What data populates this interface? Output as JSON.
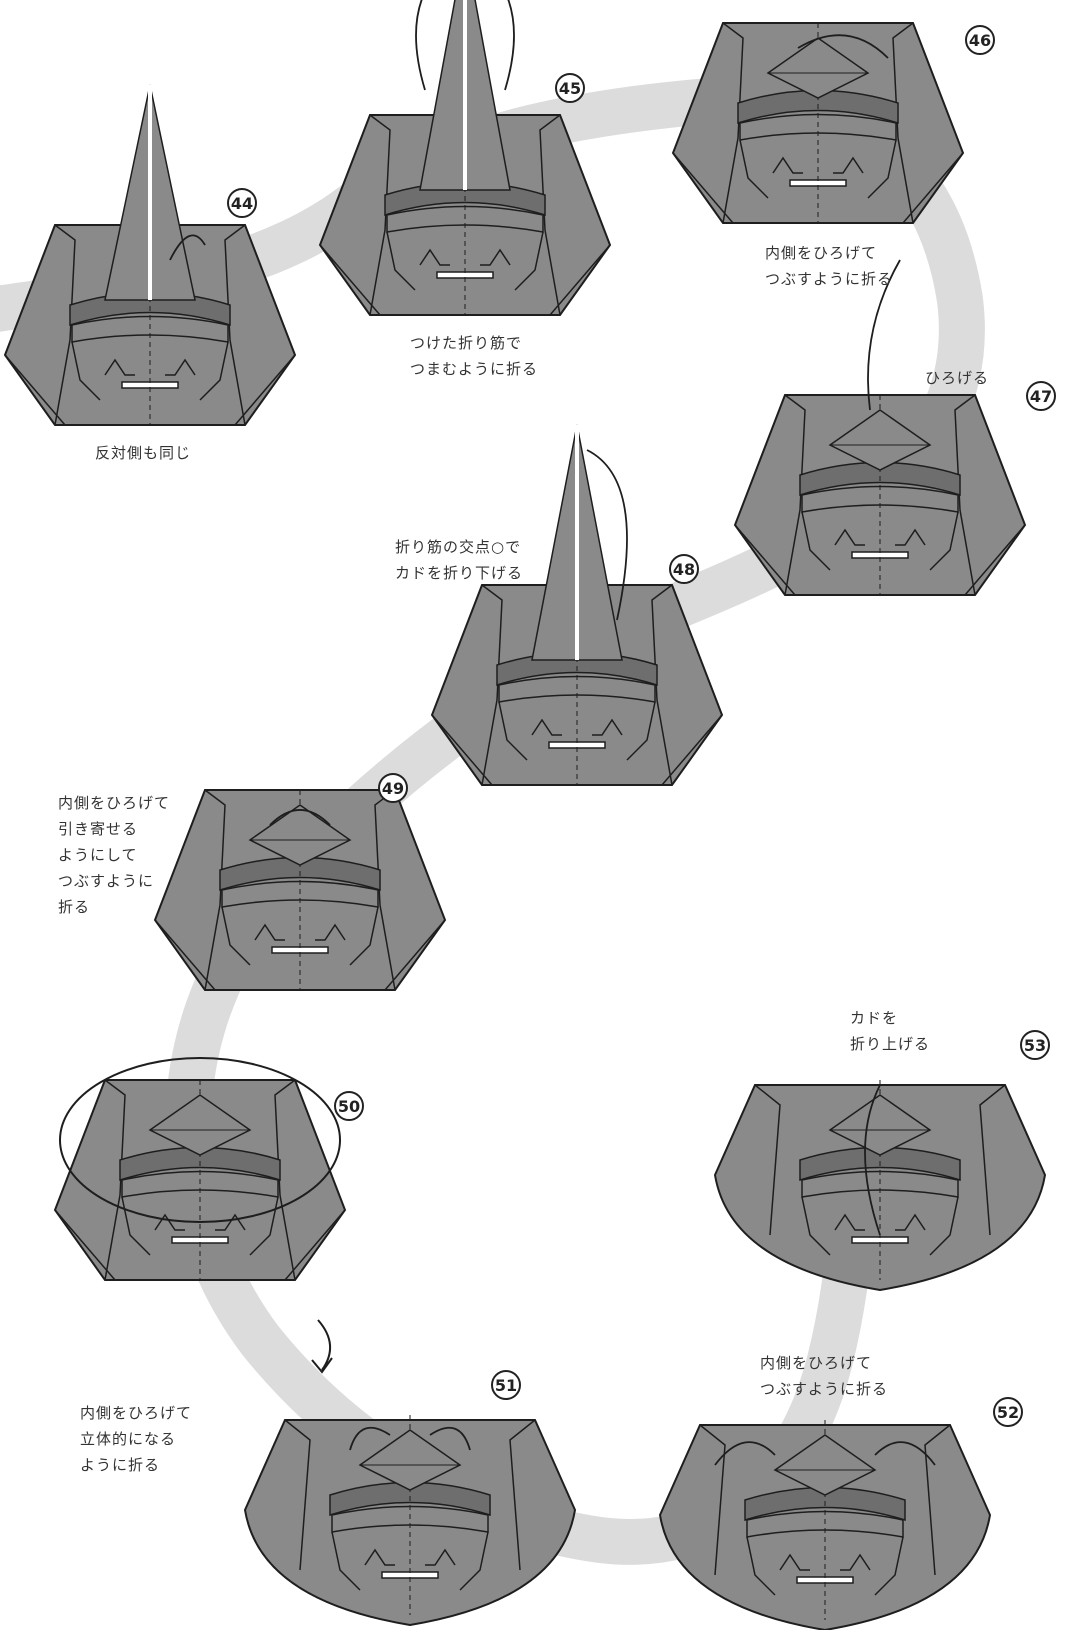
{
  "colors": {
    "paper": "#8a8a8a",
    "paper_dark": "#6e6e6e",
    "line": "#1e1e1e",
    "path_band": "#dcdcdc",
    "background": "#ffffff"
  },
  "steps": [
    {
      "number": "44",
      "caption": "反対側も同じ"
    },
    {
      "number": "45",
      "caption": "つけた折り筋で\nつまむように折る"
    },
    {
      "number": "46",
      "caption": "内側をひろげて\nつぶすように折る"
    },
    {
      "number": "47",
      "caption": "ひろげる"
    },
    {
      "number": "48",
      "caption": "折り筋の交点○で\nカドを折り下げる"
    },
    {
      "number": "49",
      "caption": "内側をひろげて\n引き寄せる\nようにして\nつぶすように\n折る"
    },
    {
      "number": "50",
      "caption": ""
    },
    {
      "number": "51",
      "caption": "内側をひろげて\n立体的になる\nように折る"
    },
    {
      "number": "52",
      "caption": "内側をひろげて\nつぶすように折る"
    },
    {
      "number": "53",
      "caption": "カドを\n折り上げる"
    }
  ]
}
